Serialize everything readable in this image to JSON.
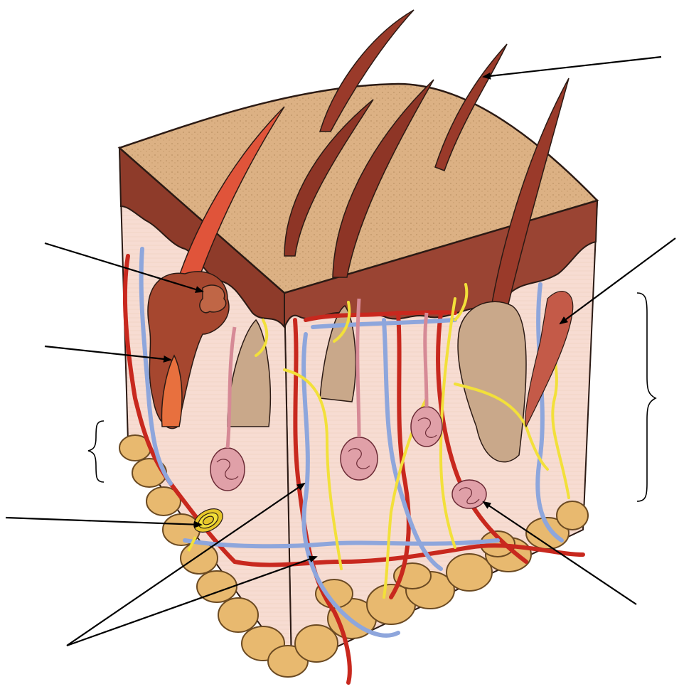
{
  "diagram": {
    "kind": "skin-cross-section",
    "labels_visible": false,
    "pointers": [
      {
        "id": "hair-shaft"
      },
      {
        "id": "sebaceous-gland"
      },
      {
        "id": "hair-follicle"
      },
      {
        "id": "hypodermis"
      },
      {
        "id": "pacinian-corpuscle"
      },
      {
        "id": "blood-vessels"
      },
      {
        "id": "sweat-gland"
      },
      {
        "id": "arrector-pili-muscle"
      },
      {
        "id": "dermis"
      }
    ],
    "colors": {
      "epidermis_surface": "#d9b07f",
      "epidermis_edge": "#8e3b2a",
      "dermis": "#f6d6cc",
      "fat": "#e8b96f",
      "artery": "#c8281e",
      "vein": "#8ea6dc",
      "nerve": "#f2e03a",
      "hair": "#9a3a2a",
      "follicle": "#c9a88a",
      "gland": "#e0a0a8",
      "outline": "#2b1a14",
      "arrow": "#000000"
    }
  }
}
